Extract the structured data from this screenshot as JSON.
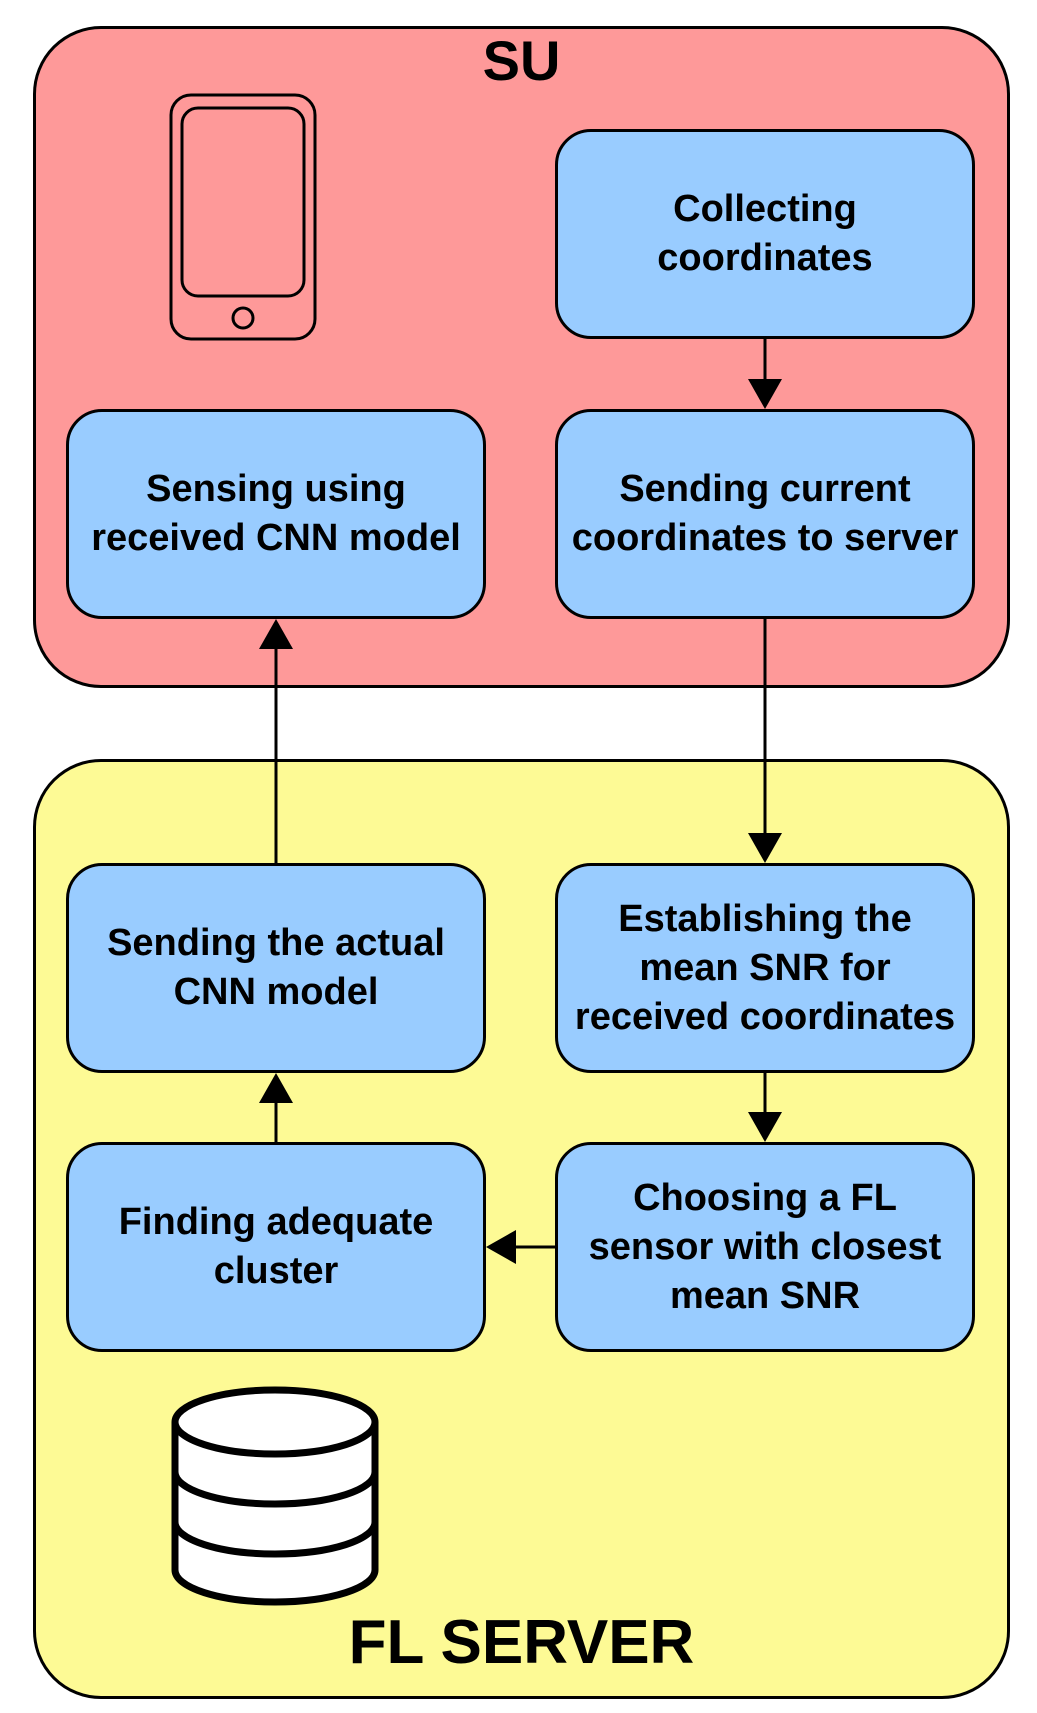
{
  "zones": {
    "su": {
      "title": "SU",
      "color": "#fe9999"
    },
    "fl_server": {
      "title": "FL SERVER",
      "color": "#fdfa95"
    }
  },
  "boxes": {
    "collecting_coordinates": "Collecting coordinates",
    "sending_current_coordinates": "Sending current coordinates to server",
    "sensing_using_model": "Sensing using received CNN model",
    "establishing_mean_snr": "Establishing the mean SNR for received coordinates",
    "sending_actual_model": "Sending the actual CNN model",
    "choosing_fl_sensor": "Choosing a FL sensor with closest mean SNR",
    "finding_cluster": "Finding adequate cluster"
  },
  "box_color": "#99ccff",
  "icons": {
    "su_device": "smartphone-icon",
    "server_storage": "database-icon"
  }
}
